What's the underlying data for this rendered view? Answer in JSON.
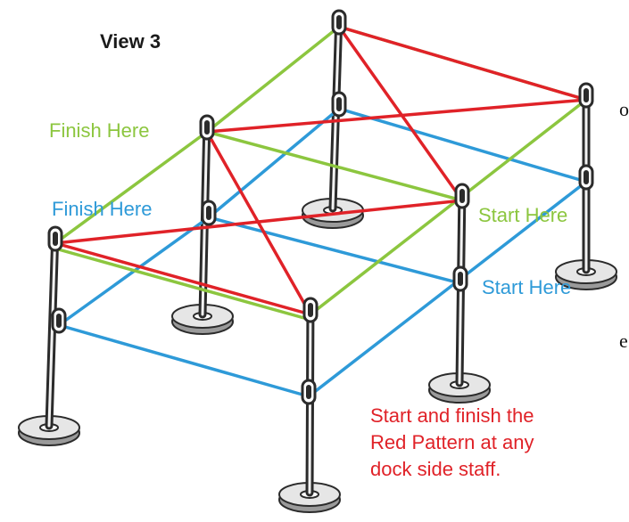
{
  "view_title": "View 3",
  "labels": {
    "green_finish": "Finish Here",
    "green_start": "Start Here",
    "blue_finish": "Finish Here",
    "blue_start": "Start Here",
    "red_note": [
      "Start and finish the",
      "Red Pattern at any",
      "dock side staff."
    ]
  },
  "edge_glyphs": [
    "o",
    "e"
  ],
  "colors": {
    "green": "#8cc63f",
    "blue": "#2e9ad8",
    "red": "#e02228",
    "post": "#2b2b2b",
    "base_fill": "#e6e6e6"
  }
}
